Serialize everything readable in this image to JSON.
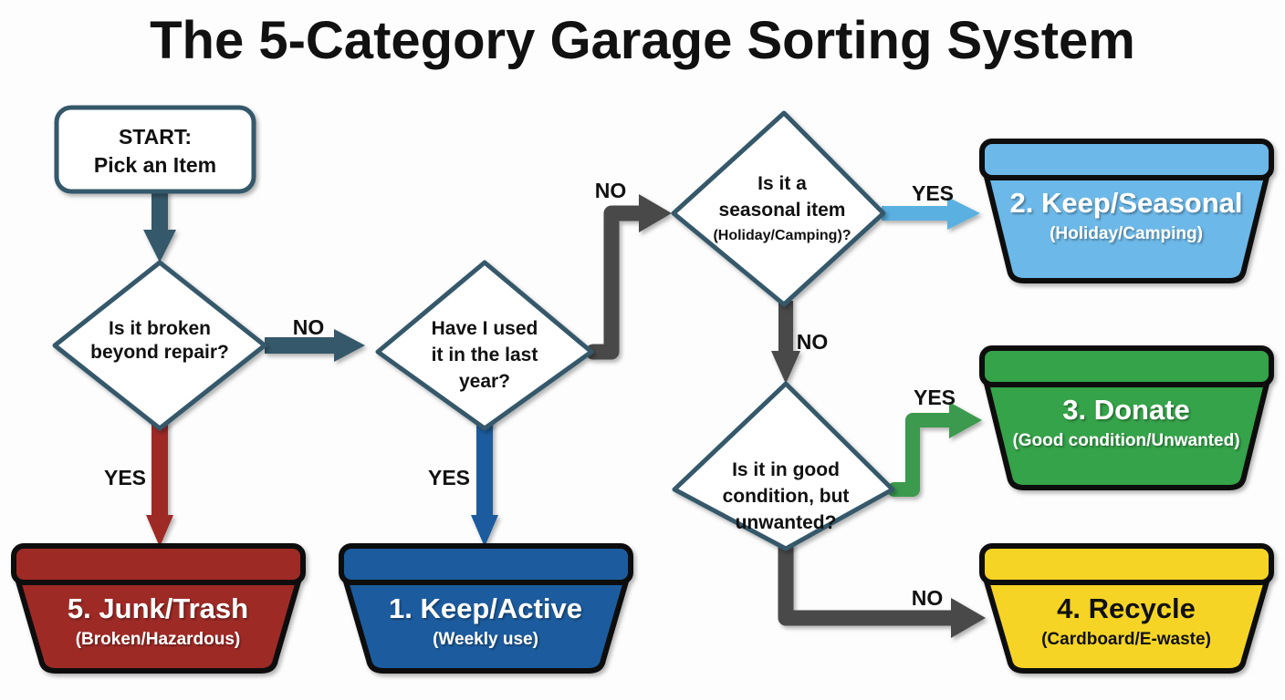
{
  "title": "The 5-Category Garage Sorting System",
  "colors": {
    "slate": "#34596b",
    "gray": "#4a4a4a",
    "red": "#9e2a26",
    "blue": "#1f5c9e",
    "lightblue": "#6cb8e8",
    "arrow_lightblue": "#5ab0e0",
    "green": "#35a34a",
    "arrow_green": "#3a9a4e",
    "yellow": "#f5d426",
    "ink_dark": "#111111",
    "ink_light": "#ffffff",
    "background": "#fdfdfd"
  },
  "start": {
    "line1": "START:",
    "line2": "Pick an Item"
  },
  "decisions": [
    {
      "id": "broken",
      "lines": [
        "Is it broken",
        "beyond repair?"
      ],
      "sub": ""
    },
    {
      "id": "used-last-year",
      "lines": [
        "Have I used",
        "it in the last",
        "year?"
      ],
      "sub": ""
    },
    {
      "id": "seasonal",
      "lines": [
        "Is it a",
        "seasonal item"
      ],
      "sub": "(Holiday/Camping)?"
    },
    {
      "id": "good-condition",
      "lines": [
        "Is it in good",
        "condition, but",
        "unwanted?"
      ],
      "sub": ""
    }
  ],
  "bins": [
    {
      "id": "keep-seasonal",
      "title": "2. Keep/Seasonal",
      "subtitle": "(Holiday/Camping)",
      "color": "#6cb8e8",
      "text_color": "#ffffff"
    },
    {
      "id": "donate",
      "title": "3. Donate",
      "subtitle": "(Good condition/Unwanted)",
      "color": "#35a34a",
      "text_color": "#ffffff"
    },
    {
      "id": "recycle",
      "title": "4. Recycle",
      "subtitle": "(Cardboard/E-waste)",
      "color": "#f5d426",
      "text_color": "#111111"
    },
    {
      "id": "junk-trash",
      "title": "5. Junk/Trash",
      "subtitle": "(Broken/Hazardous)",
      "color": "#9e2a26",
      "text_color": "#ffffff"
    },
    {
      "id": "keep-active",
      "title": "1. Keep/Active",
      "subtitle": "(Weekly use)",
      "color": "#1f5c9e",
      "text_color": "#ffffff"
    }
  ],
  "edges": [
    {
      "id": "broken-no",
      "label": "NO",
      "color": "#34596b"
    },
    {
      "id": "broken-yes",
      "label": "YES",
      "color": "#9e2a26"
    },
    {
      "id": "used-yes",
      "label": "YES",
      "color": "#1f5c9e"
    },
    {
      "id": "used-no",
      "label": "NO",
      "color": "#4a4a4a"
    },
    {
      "id": "seasonal-yes",
      "label": "YES",
      "color": "#5ab0e0"
    },
    {
      "id": "seasonal-no",
      "label": "NO",
      "color": "#4a4a4a"
    },
    {
      "id": "condition-yes",
      "label": "YES",
      "color": "#3a9a4e"
    },
    {
      "id": "condition-no",
      "label": "NO",
      "color": "#4a4a4a"
    }
  ]
}
